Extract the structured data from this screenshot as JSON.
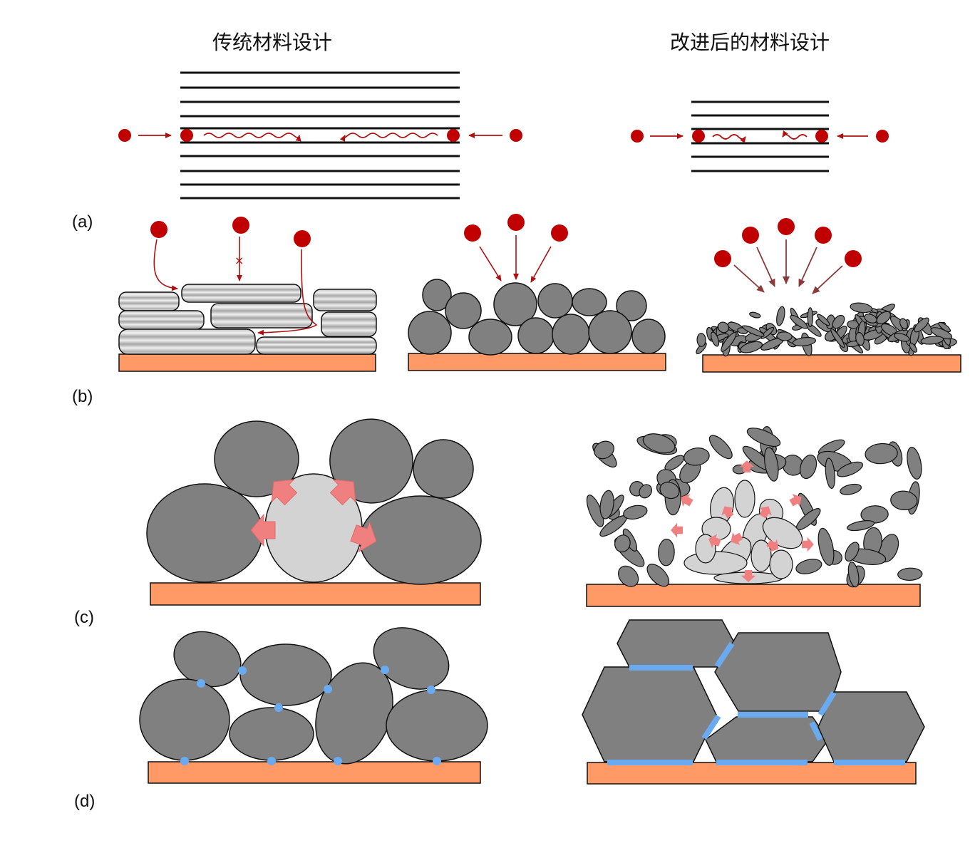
{
  "titles": {
    "left": "传统材料设计",
    "right": "改进后的材料设计"
  },
  "panel_labels": {
    "a": "(a)",
    "b": "(b)",
    "c": "(c)",
    "d": "(d)"
  },
  "colors": {
    "ion": "#c00000",
    "arrow": "#b01010",
    "arrow_dark": "#8b3a3a",
    "particle": "#808080",
    "particle_light": "#d3d3d3",
    "substrate": "#ff9966",
    "stress": "#f08080",
    "contact": "#6aaaf0",
    "graphite_light": "#e8e8e8",
    "graphite_dark": "#9a9a9a"
  },
  "blocked_path_mark": "×"
}
